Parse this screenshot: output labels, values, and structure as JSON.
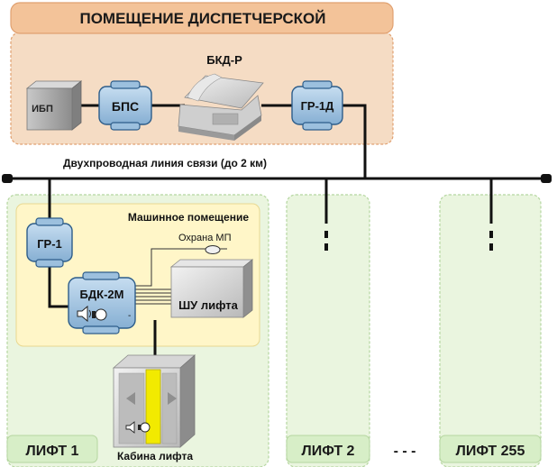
{
  "dispatcher": {
    "title": "ПОМЕЩЕНИЕ ДИСПЕТЧЕРСКОЙ",
    "ups": "ИБП",
    "bps": "БПС",
    "console": "БКД-Р",
    "gr1d": "ГР-1Д"
  },
  "line": {
    "caption": "Двухпроводная линия связи (до 2 км)"
  },
  "lift1": {
    "label": "ЛИФТ 1",
    "machine_room": "Машинное помещение",
    "gr1": "ГР-1",
    "bdk": "БДК-2М",
    "alarm": "Охрана МП",
    "shu": "ШУ лифта",
    "cabin": "Кабина лифта"
  },
  "lift2": {
    "label": "ЛИФТ 2"
  },
  "lift255": {
    "label": "ЛИФТ 255"
  },
  "ellipsis": "- - -",
  "colors": {
    "dispatcher_fill": "#f5dcc4",
    "dispatcher_stroke": "#e0a070",
    "title_fill": "#f3c399",
    "lift_fill": "#eaf5df",
    "lift_stroke": "#b5d6a0",
    "machine_fill": "#fff6c8",
    "device_fill": "#9cc0de",
    "device_stroke": "#2d5d8a",
    "line": "#111111"
  }
}
